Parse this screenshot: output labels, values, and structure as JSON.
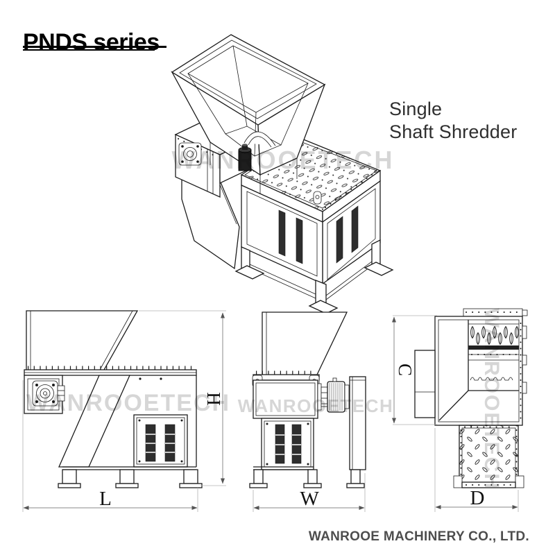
{
  "header": {
    "title": "PNDS series"
  },
  "product": {
    "line1": "Single",
    "line2": "Shaft Shredder"
  },
  "watermark": {
    "text": "WANROOETECH"
  },
  "dimensions": {
    "length": "L",
    "height": "H",
    "width": "W",
    "hopper_depth": "C",
    "discharge_depth": "D"
  },
  "footer": {
    "company": "WANROOE MACHINERY CO., LTD."
  },
  "colors": {
    "line": "#1c1c1c",
    "dim_line": "#8a8a8a",
    "watermark": "#c9c9c9",
    "footer_text": "#4d4d4d",
    "background": "#ffffff"
  }
}
